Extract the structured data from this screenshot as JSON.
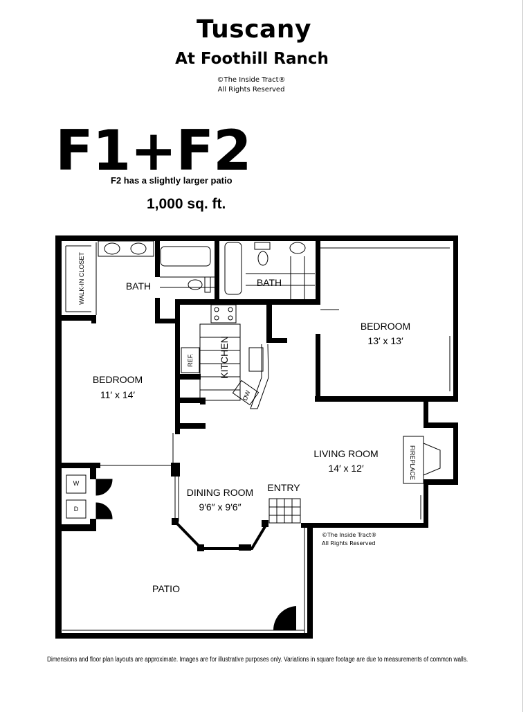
{
  "header": {
    "title": "Tuscany",
    "subtitle": "At Foothill Ranch",
    "copyright_line1": "©The Inside Tract®",
    "copyright_line2": "All Rights Reserved"
  },
  "plan": {
    "name": "F1+F2",
    "note": "F2 has a slightly larger patio",
    "area": "1,000 sq. ft."
  },
  "rooms": {
    "walk_in_closet": "WALK-IN CLOSET",
    "bath_1": "BATH",
    "bath_2": "BATH",
    "kitchen": "KITCHEN",
    "ref": "REF.",
    "dw": "DW",
    "bedroom_1": {
      "label": "BEDROOM",
      "size": "11′ x 14′"
    },
    "bedroom_2": {
      "label": "BEDROOM",
      "size": "13′ x 13′"
    },
    "living_room": {
      "label": "LIVING ROOM",
      "size": "14′ x 12′"
    },
    "fireplace": "FIREPLACE",
    "dining_room": {
      "label": "DINING ROOM",
      "size": "9′6″ x 9′6″"
    },
    "entry": "ENTRY",
    "patio": "PATIO",
    "washer": "W",
    "dryer": "D"
  },
  "plan_copyright": {
    "line1": "©The Inside Tract®",
    "line2": "All Rights Reserved"
  },
  "footer": "Dimensions and floor plan layouts are approximate. Images are for illustrative purposes only. Variations in square footage are due to measurements of common walls."
}
